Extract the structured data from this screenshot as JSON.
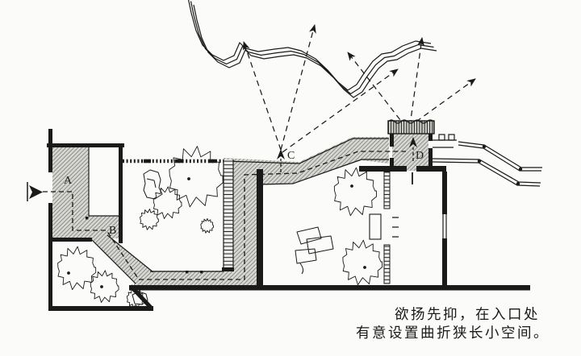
{
  "figure": {
    "kind": "garden-plan-sketch",
    "labels": {
      "entry": "A",
      "turn": "B",
      "corridor_view": "C",
      "pavilion_view": "D"
    },
    "caption": {
      "line1": "欲扬先抑，在入口处",
      "line2": "有意设置曲折狭长小空间。"
    },
    "colors": {
      "ink": "#1a1a1a",
      "paper": "#fbfbf9",
      "hatch_fill": "#d8d8d4",
      "hatch_line": "#8e8e88"
    }
  }
}
